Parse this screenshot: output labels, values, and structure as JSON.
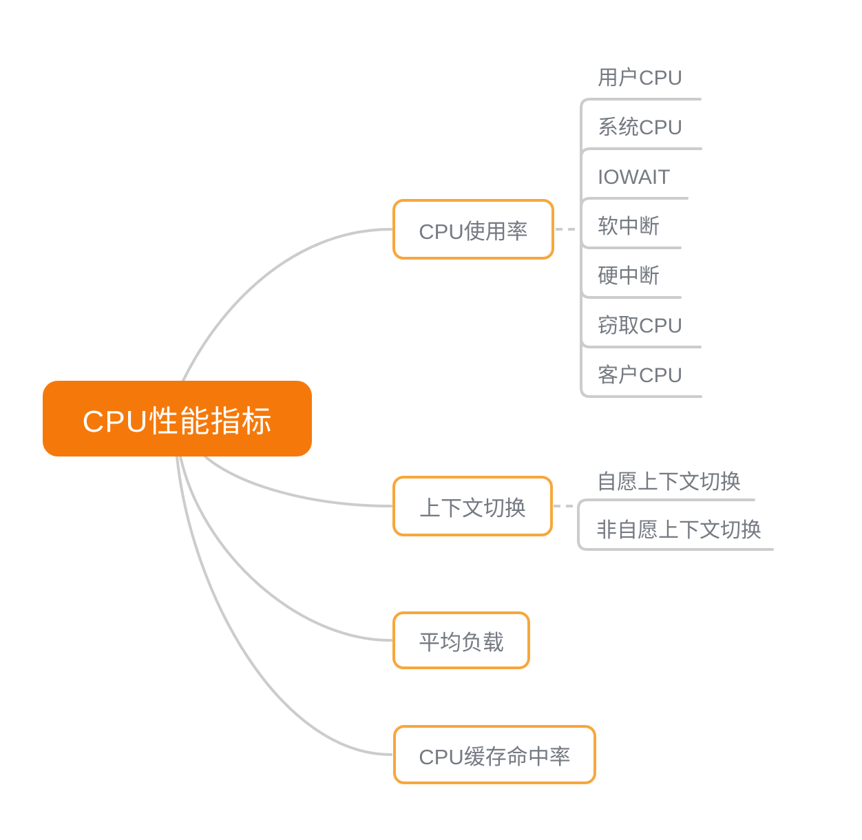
{
  "diagram": {
    "title": "CPU性能指标 mind map",
    "colors": {
      "root_fill": "#F5790A",
      "root_text": "#FFFFFF",
      "branch_border": "#F7A73C",
      "branch_text": "#757A82",
      "child_text": "#757A82",
      "connector": "#CBCCCD",
      "canvas_bg": "#FFFFFF"
    },
    "root": {
      "label": "CPU性能指标"
    },
    "branches": [
      {
        "label": "CPU使用率",
        "children": [
          "用户CPU",
          "系统CPU",
          "IOWAIT",
          "软中断",
          "硬中断",
          "窃取CPU",
          "客户CPU"
        ]
      },
      {
        "label": "上下文切换",
        "children": [
          "自愿上下文切换",
          "非自愿上下文切换"
        ]
      },
      {
        "label": "平均负载",
        "children": []
      },
      {
        "label": "CPU缓存命中率",
        "children": []
      }
    ]
  }
}
